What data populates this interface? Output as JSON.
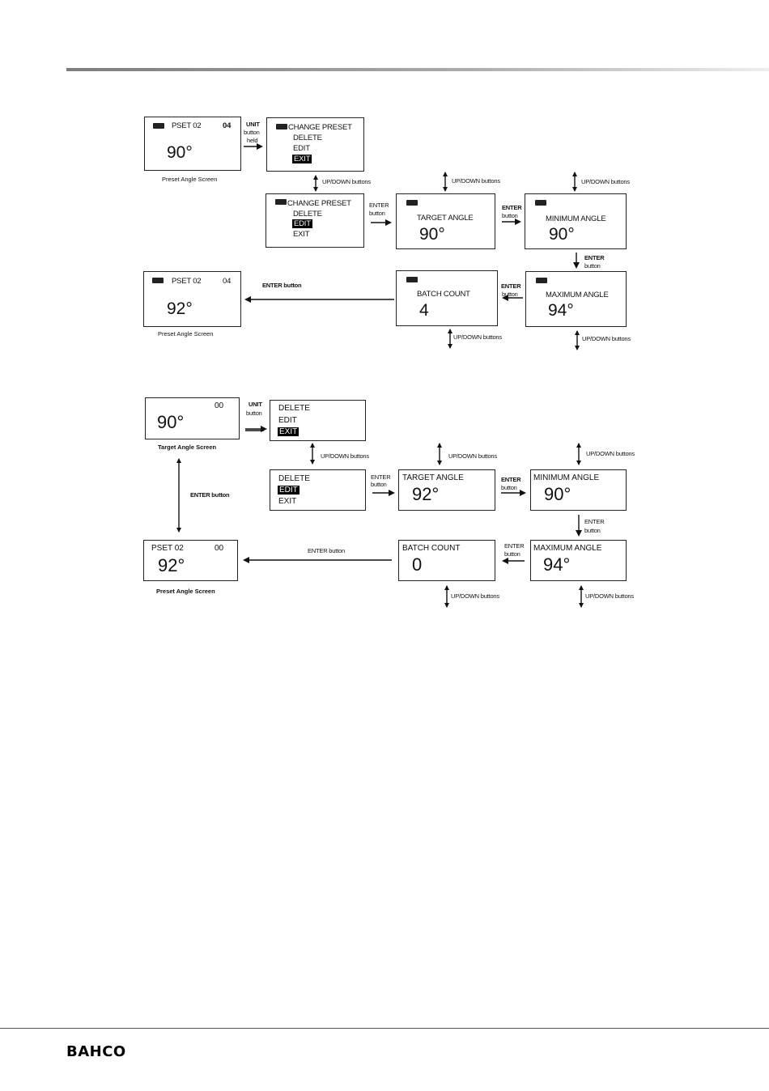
{
  "brand": {
    "logo_text": "BAHCO"
  },
  "diagram1": {
    "preset_screen_top": {
      "title": "PSET 02",
      "count": "04",
      "angle": "90°",
      "caption": "Preset Angle Screen"
    },
    "menu_exit": {
      "title": "CHANGE PRESET",
      "items": [
        "DELETE",
        "EDIT",
        "EXIT"
      ]
    },
    "menu_edit": {
      "title": "CHANGE PRESET",
      "items": [
        "DELETE",
        "EDIT",
        "EXIT"
      ]
    },
    "target": {
      "label": "TARGET ANGLE",
      "value": "90°"
    },
    "minimum": {
      "label": "MINIMUM ANGLE",
      "value": "90°"
    },
    "maximum": {
      "label": "MAXIMUM ANGLE",
      "value": "94°"
    },
    "batch": {
      "label": "BATCH COUNT",
      "value": "4"
    },
    "preset_screen_bottom": {
      "title": "PSET 02",
      "count": "04",
      "angle": "92°",
      "caption": "Preset Angle Screen"
    },
    "labels": {
      "unit_held": [
        "UNIT",
        "button",
        "held"
      ],
      "updown": "UP/DOWN buttons",
      "enter_a": [
        "ENTER",
        "button"
      ],
      "enter_b": [
        "ENTER",
        "button"
      ],
      "enter_c": [
        "ENTER",
        "button"
      ],
      "enter_d": [
        "ENTER",
        "button"
      ],
      "enter_long": "ENTER button"
    }
  },
  "diagram2": {
    "target_screen": {
      "count": "00",
      "angle": "90°",
      "caption": "Target Angle Screen"
    },
    "menu_exit": {
      "items": [
        "DELETE",
        "EDIT",
        "EXIT"
      ]
    },
    "menu_edit": {
      "items": [
        "DELETE",
        "EDIT",
        "EXIT"
      ]
    },
    "target": {
      "label": "TARGET ANGLE",
      "value": "92°"
    },
    "minimum": {
      "label": "MINIMUM ANGLE",
      "value": "90°"
    },
    "maximum": {
      "label": "MAXIMUM ANGLE",
      "value": "94°"
    },
    "batch": {
      "label": "BATCH COUNT",
      "value": "0"
    },
    "preset_screen": {
      "title": "PSET 02",
      "count": "00",
      "angle": "92°",
      "caption": "Preset Angle Screen"
    },
    "labels": {
      "unit": [
        "UNIT",
        "button"
      ],
      "updown": "UP/DOWN buttons",
      "enter_a": [
        "ENTER",
        "button"
      ],
      "enter_b": [
        "ENTER",
        "button"
      ],
      "enter_c": [
        "ENTER",
        "button"
      ],
      "enter_d": [
        "ENTER",
        "button"
      ],
      "enter_long": "ENTER button",
      "enter_vertical": "ENTER button"
    }
  }
}
